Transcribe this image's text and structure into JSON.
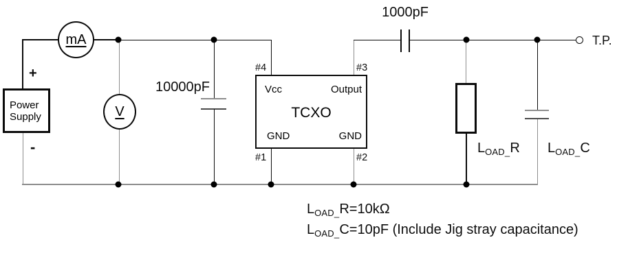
{
  "diagram": {
    "power_supply": {
      "line1": "Power",
      "line2": "Supply",
      "plus": "+",
      "minus": "-"
    },
    "ammeter": {
      "label": "mA"
    },
    "voltmeter": {
      "label": "V"
    },
    "decoupling_cap": {
      "label": "10000pF"
    },
    "coupling_cap": {
      "label": "1000pF"
    },
    "tcxo": {
      "label": "TCXO",
      "pin4": {
        "num": "#4",
        "name": "Vcc"
      },
      "pin3": {
        "num": "#3",
        "name": "Output"
      },
      "pin1": {
        "num": "#1",
        "name": "GND"
      },
      "pin2": {
        "num": "#2",
        "name": "GND"
      }
    },
    "load_resistor": {
      "main": "L",
      "sub": "OAD_",
      "rest": "R"
    },
    "load_capacitor": {
      "main": "L",
      "sub": "OAD_",
      "rest": "C"
    },
    "test_point": {
      "label": "T.P."
    },
    "notes": {
      "line1": {
        "main": "L",
        "sub": "OAD_",
        "rest": "R=10kΩ"
      },
      "line2": {
        "main": "L",
        "sub": "OAD_",
        "rest": "C=10pF (Include Jig stray capacitance)"
      }
    },
    "colors": {
      "line": "#0a0a0a",
      "rail": "#8c8c8c"
    }
  }
}
